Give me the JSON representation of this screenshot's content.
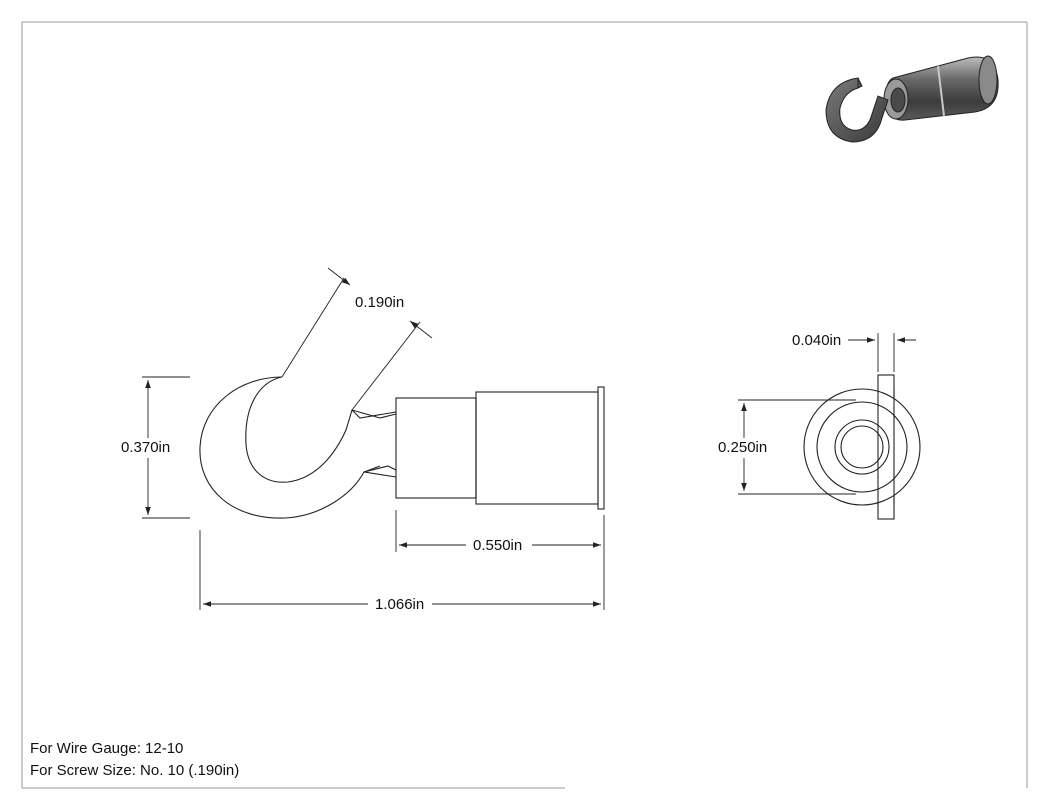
{
  "dimensions": {
    "hook_throat": "0.190in",
    "hook_height": "0.370in",
    "barrel_length": "0.550in",
    "overall_length": "1.066in",
    "flange_thickness": "0.040in",
    "inner_diameter": "0.250in"
  },
  "notes": {
    "wire_gauge": "For Wire Gauge: 12-10",
    "screw_size": "For Screw Size: No. 10 (.190in)"
  },
  "colors": {
    "line": "#222222",
    "render_dark": "#3a3a3a",
    "render_mid": "#6e6e6e",
    "render_light": "#a8a8a8"
  }
}
